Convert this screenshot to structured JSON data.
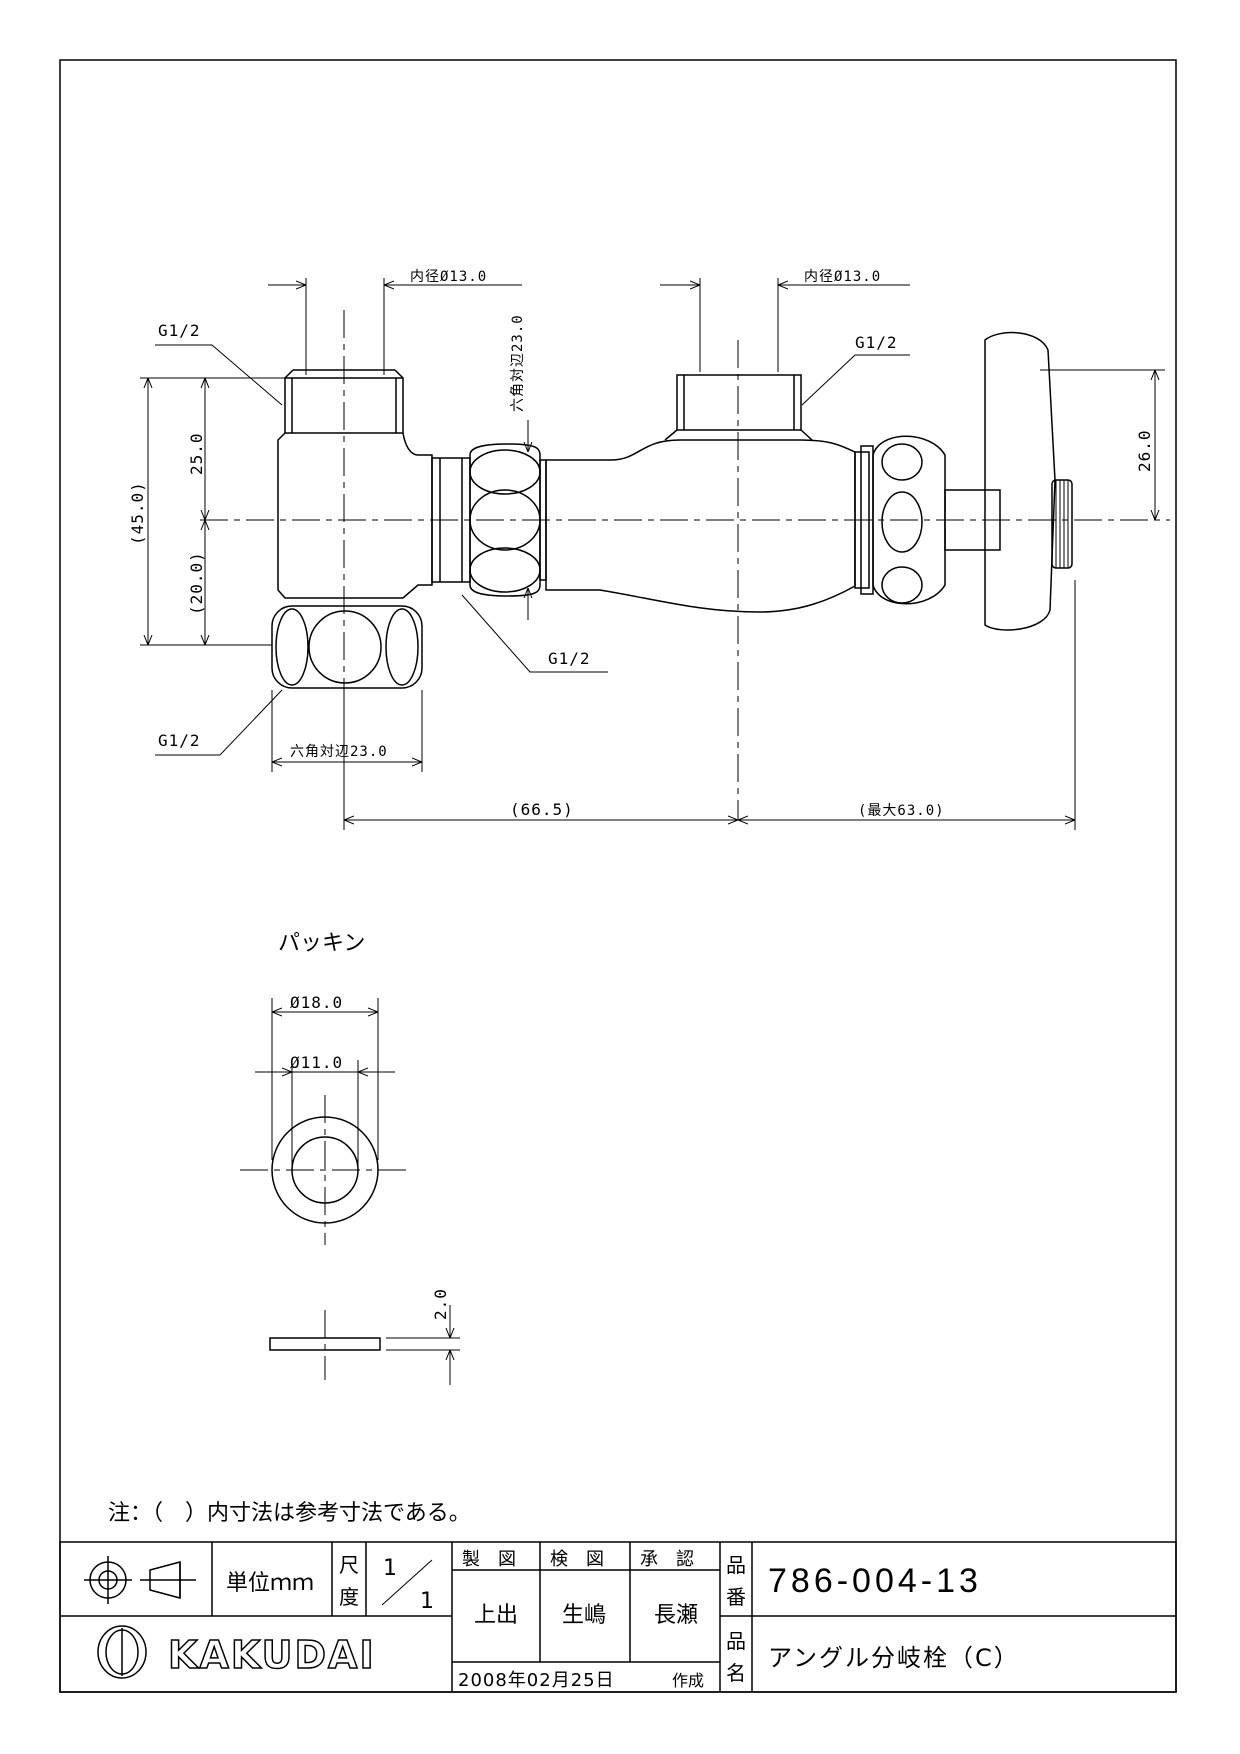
{
  "drawing": {
    "dims": {
      "inner_dia_left": "内径Ø13.0",
      "inner_dia_right": "内径Ø13.0",
      "thread_top_left": "G1/2",
      "thread_top_right": "G1/2",
      "thread_mid": "G1/2",
      "thread_bottom": "G1/2",
      "hex_vertical": "六角対辺23.0",
      "hex_bottom": "六角対辺23.0",
      "h_25": "25.0",
      "h_45": "(45.0)",
      "h_20": "(20.0)",
      "h_26": "26.0",
      "w_66": "(66.5)",
      "w_63": "(最大63.0)"
    },
    "packing": {
      "title": "パッキン",
      "outer": "Ø18.0",
      "inner": "Ø11.0",
      "thickness": "2.0"
    },
    "note": "注：（　）内寸法は参考寸法である。"
  },
  "title_block": {
    "unit": "単位ｍｍ",
    "scale_label_1": "尺",
    "scale_label_2": "度",
    "scale_num": "1",
    "scale_den": "1",
    "made": "製　図",
    "checked": "検　図",
    "approved": "承　認",
    "made_by": "上出",
    "checked_by": "生嶋",
    "approved_by": "長瀬",
    "date": "2008年02月25日",
    "created": "作成",
    "part_no_label_1": "品",
    "part_no_label_2": "番",
    "part_no": "786-004-13",
    "name_label_1": "品",
    "name_label_2": "名",
    "name": "アングル分岐栓（C）",
    "company": "KAKUDAI"
  }
}
